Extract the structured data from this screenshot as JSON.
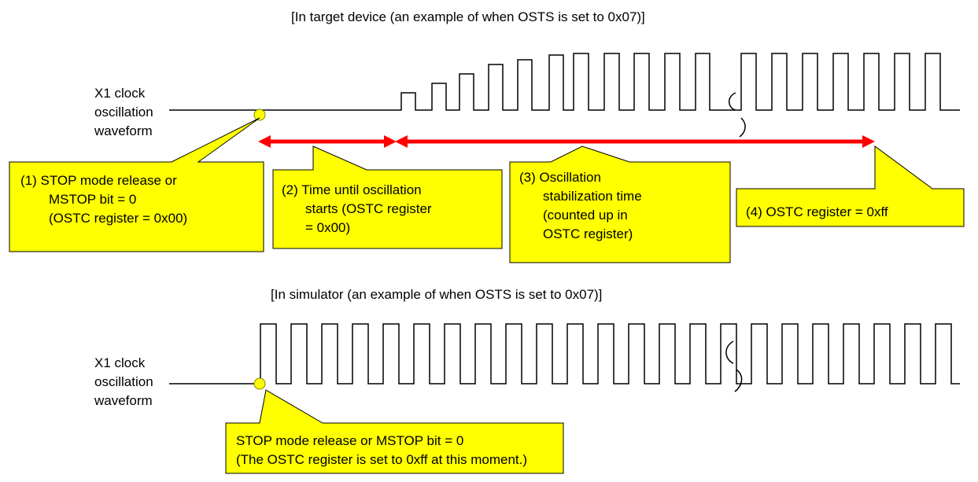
{
  "target": {
    "title": "[In target device (an example of when OSTS is set to 0x07)]",
    "waveform_label": [
      "X1 clock",
      "oscillation",
      "waveform"
    ],
    "callouts": [
      {
        "lines": [
          "(1) STOP mode release or",
          "MSTOP bit = 0",
          "(OSTC register = 0x00)"
        ]
      },
      {
        "lines": [
          "(2) Time until oscillation",
          "starts (OSTC register",
          "= 0x00)"
        ]
      },
      {
        "lines": [
          "(3) Oscillation",
          "stabilization time",
          "(counted up in",
          "OSTC register)"
        ]
      },
      {
        "lines": [
          "(4) OSTC register = 0xff"
        ]
      }
    ]
  },
  "simulator": {
    "title": "[In simulator (an example of when OSTS is set to 0x07)]",
    "waveform_label": [
      "X1 clock",
      "oscillation",
      "waveform"
    ],
    "callouts": [
      {
        "lines": [
          "STOP mode release or MSTOP bit = 0",
          "(The OSTC register is set to 0xff at this moment.)"
        ]
      }
    ]
  },
  "colors": {
    "callout_fill": "#ffff00",
    "callout_border": "#000000",
    "arrow": "#ff0000",
    "marker": "#ffff00",
    "waveform": "#000000"
  }
}
